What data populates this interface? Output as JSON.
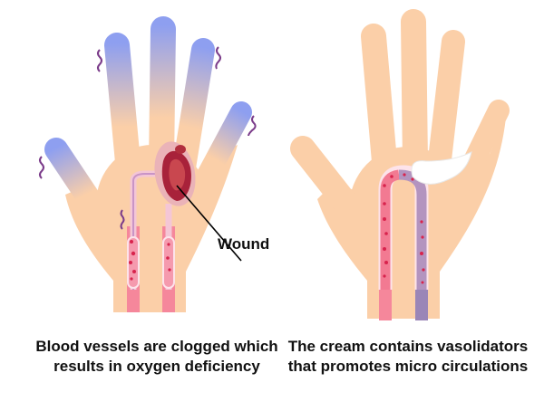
{
  "wound_label": "Wound",
  "left_caption": "Blood vessels are clogged which results in oxygen deficiency",
  "right_caption": "The cream contains vasolidators that promotes micro circulations",
  "colors": {
    "skin": "#fbcfa8",
    "cold": "#8e9ff0",
    "artery": "#f5879b",
    "vein": "#9a86b7",
    "clot": "#a8223a",
    "text": "#111111"
  }
}
